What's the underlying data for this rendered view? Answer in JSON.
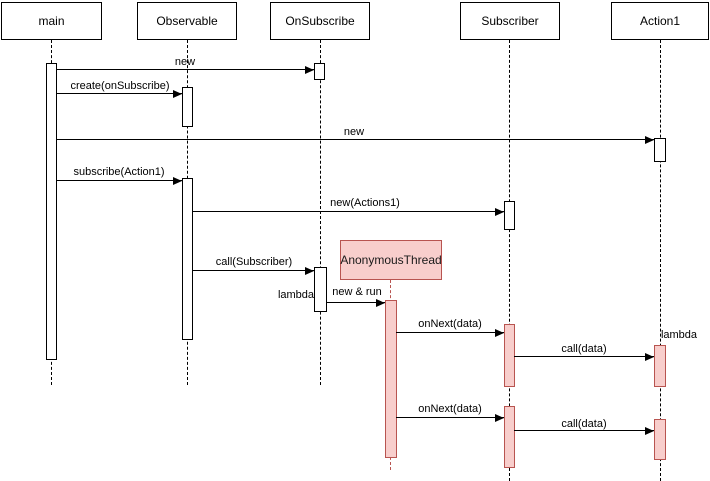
{
  "participants": [
    {
      "label": "main"
    },
    {
      "label": "Observable"
    },
    {
      "label": "OnSubscribe"
    },
    {
      "label": "Subscriber"
    },
    {
      "label": "Action1"
    }
  ],
  "messages": [
    {
      "label": "new"
    },
    {
      "label": "create(onSubscribe)"
    },
    {
      "label": "new"
    },
    {
      "label": "subscribe(Action1)"
    },
    {
      "label": "new(Actions1)"
    },
    {
      "label": "call(Subscriber)"
    },
    {
      "label": "new & run"
    },
    {
      "label": "onNext(data)"
    },
    {
      "label": "call(data)"
    },
    {
      "label": "onNext(data)"
    },
    {
      "label": "call(data)"
    }
  ],
  "annotations": {
    "thread_label": "AnonymousThread",
    "lambda_left": "lambda",
    "lambda_right": "lambda"
  },
  "colors": {
    "background": "#ffffff",
    "line": "#000000",
    "activation_fill": "#ffffff",
    "thread_fill": "#f8cecc",
    "thread_stroke": "#b85450"
  }
}
